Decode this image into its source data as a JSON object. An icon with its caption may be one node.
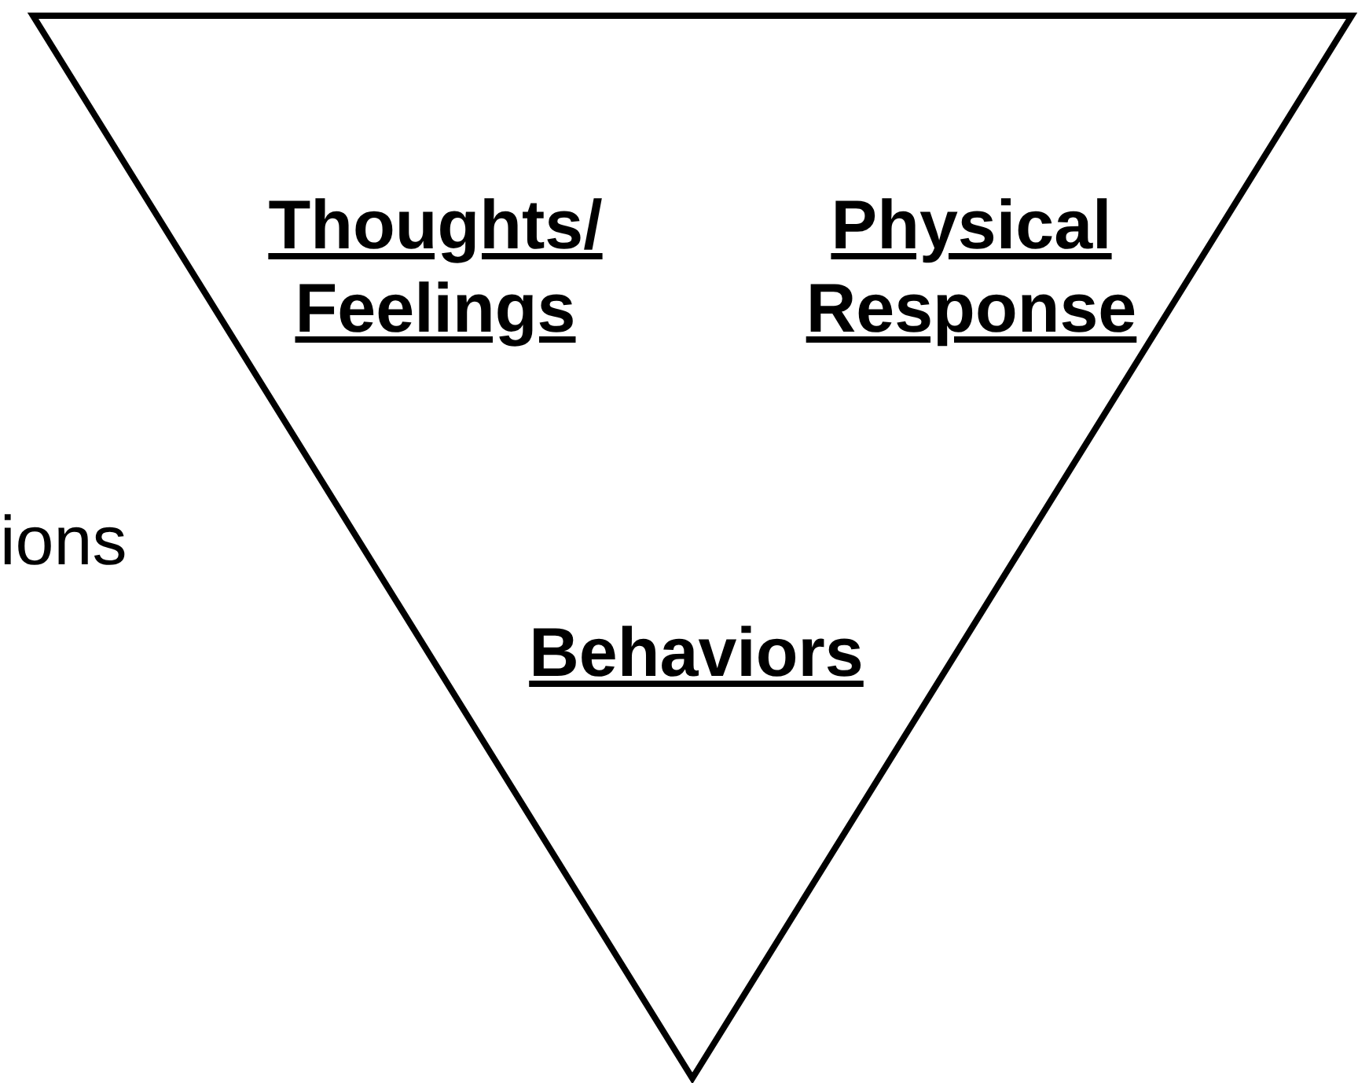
{
  "diagram": {
    "nodes": [
      {
        "text": [
          "Thoughts/ Feelings",
          "Physical Response",
          "Behaviors"
        ]
      }
    ],
    "labels": [
      "ions"
    ]
  }
}
